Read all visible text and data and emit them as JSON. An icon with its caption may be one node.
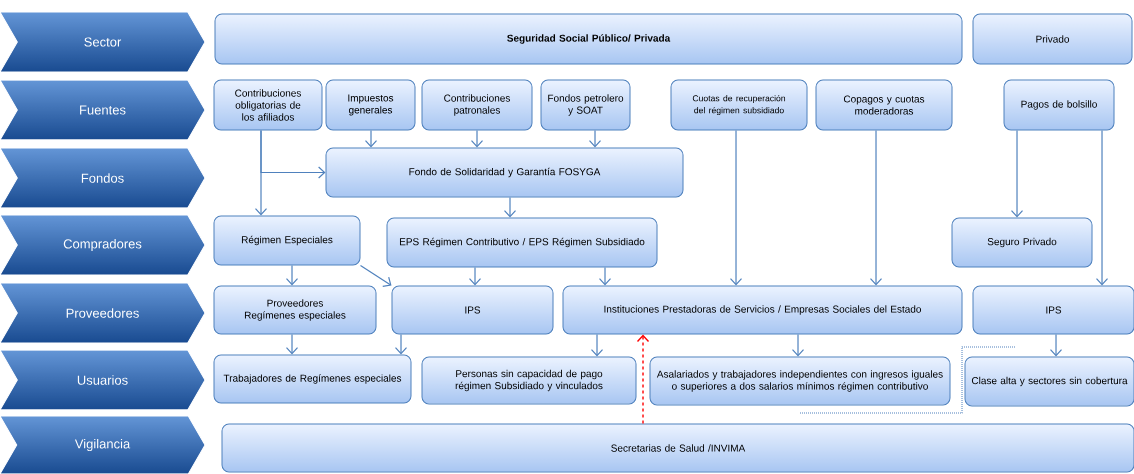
{
  "diagram": {
    "nodes": [
      {
        "text": [
          "Sector"
        ]
      },
      {
        "text": [
          "Fuentes"
        ]
      },
      {
        "text": [
          "Fondos"
        ]
      },
      {
        "text": [
          "Compradores"
        ]
      },
      {
        "text": [
          "Proveedores"
        ]
      },
      {
        "text": [
          "Usuarios"
        ]
      },
      {
        "text": [
          "Vigilancia"
        ]
      },
      {
        "text": [
          "Seguridad Social Público/ Privada"
        ]
      },
      {
        "text": [
          "Privado"
        ]
      },
      {
        "text": [
          "Contribuciones obligatorias de los afiliados"
        ]
      },
      {
        "text": [
          "Impuestos generales"
        ]
      },
      {
        "text": [
          "Contribuciones patronales"
        ]
      },
      {
        "text": [
          "Fondos petrolero y SOAT"
        ]
      },
      {
        "text": [
          "Cuotas de recuperación del régimen subsidiado"
        ]
      },
      {
        "text": [
          "Copagos y cuotas moderadoras"
        ]
      },
      {
        "text": [
          "Pagos de bolsillo"
        ]
      },
      {
        "text": [
          "Fondo de Solidaridad y Garantía FOSYGA"
        ]
      },
      {
        "text": [
          "Régimen Especiales"
        ]
      },
      {
        "text": [
          "EPS Régimen Contributivo / EPS Régimen Subsidiado"
        ]
      },
      {
        "text": [
          "Seguro Privado"
        ]
      },
      {
        "text": [
          "Proveedores Regímenes especiales"
        ]
      },
      {
        "text": [
          "IPS"
        ]
      },
      {
        "text": [
          "Instituciones Prestadoras de Servicios / Empresas Sociales del Estado"
        ]
      },
      {
        "text": [
          "IPS"
        ]
      },
      {
        "text": [
          "Trabajadores de Regímenes especiales"
        ]
      },
      {
        "text": [
          "Personas sin capacidad de pago régimen Subsidiado y vinculados"
        ]
      },
      {
        "text": [
          "Asalariados y trabajadores independientes con ingresos iguales o superiores a dos salarios mínimos régimen contributivo"
        ]
      },
      {
        "text": [
          "Clase alta y sectores sin cobertura"
        ]
      },
      {
        "text": [
          "Secretarias de Salud /INVIMA"
        ]
      }
    ],
    "edges": [
      {
        "from": 9,
        "to": 16,
        "arrow": "to"
      },
      {
        "from": 9,
        "to": 17,
        "arrow": "to"
      },
      {
        "from": 10,
        "to": 16,
        "arrow": "to"
      },
      {
        "from": 11,
        "to": 16,
        "arrow": "to"
      },
      {
        "from": 12,
        "to": 16,
        "arrow": "to"
      },
      {
        "from": 13,
        "to": 22,
        "arrow": "to"
      },
      {
        "from": 14,
        "to": 22,
        "arrow": "to"
      },
      {
        "from": 15,
        "to": 19,
        "arrow": "to"
      },
      {
        "from": 15,
        "to": 23,
        "arrow": "to"
      },
      {
        "from": 16,
        "to": 18,
        "arrow": "to"
      },
      {
        "from": 17,
        "to": 20,
        "arrow": "to"
      },
      {
        "from": 17,
        "to": 21,
        "arrow": "to"
      },
      {
        "from": 18,
        "to": 21,
        "arrow": "to"
      },
      {
        "from": 18,
        "to": 22,
        "arrow": "to"
      },
      {
        "from": 20,
        "to": 24,
        "arrow": "to"
      },
      {
        "from": 21,
        "to": 24,
        "arrow": "to"
      },
      {
        "from": 22,
        "to": 25,
        "arrow": "to"
      },
      {
        "from": 22,
        "to": 26,
        "arrow": "to"
      },
      {
        "from": 23,
        "to": 27,
        "arrow": "to"
      },
      {
        "from": 28,
        "to": 22,
        "arrow": "to",
        "style": "dashed",
        "color": "#ff0000"
      }
    ]
  }
}
